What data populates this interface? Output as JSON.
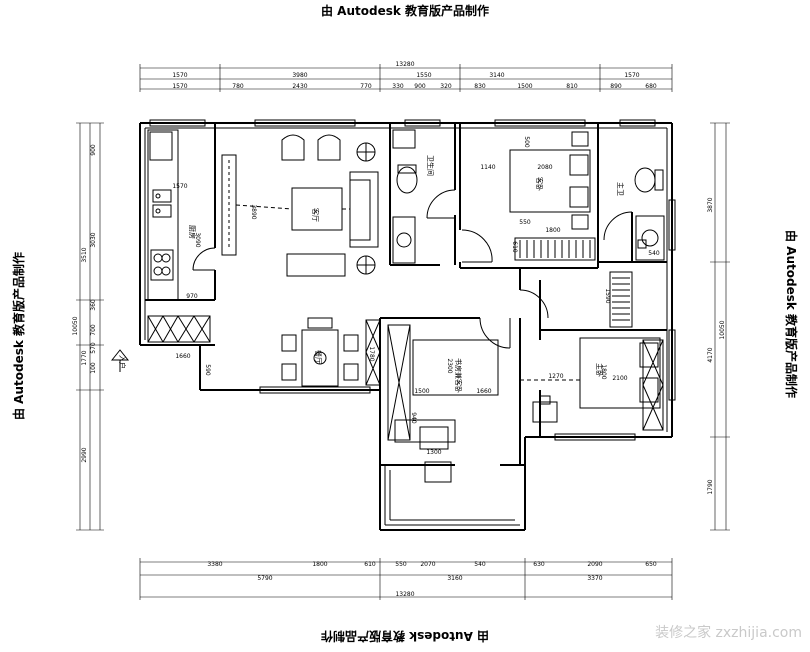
{
  "watermark": {
    "top": "由 Autodesk 教育版产品制作",
    "bottom": "由 Autodesk 教育版产品制作",
    "left": "由 Autodesk 教育版产品制作",
    "right": "由 Autodesk 教育版产品制作"
  },
  "site_logo": "装修之家 zxzhijia.com",
  "rooms": {
    "kitchen": "厨房",
    "living": "客厅",
    "bath1": "卫生间",
    "guest": "客卧",
    "bath2": "主卫",
    "dining": "餐厅",
    "study": "书房兼客卧",
    "master": "主卧",
    "entry": "入户"
  },
  "dims": {
    "top_total": "13280",
    "top_row1": [
      "1570",
      "3980",
      "1550",
      "3140",
      "1570"
    ],
    "top_row2": [
      "1570",
      "780",
      "2430",
      "770",
      "330",
      "900",
      "320",
      "830",
      "1500",
      "810",
      "890",
      "680"
    ],
    "bottom_row1": [
      "3380",
      "1800",
      "610",
      "550",
      "2070",
      "540",
      "630",
      "2090",
      "650"
    ],
    "bottom_row2": [
      "5790",
      "3160",
      "3370"
    ],
    "bottom_total": "13280",
    "left_row1": [
      "900",
      "3030",
      "360",
      "700",
      "570",
      "100"
    ],
    "left_row2": [
      "3510",
      "1770",
      "2990"
    ],
    "left_total": "10050",
    "right_row1": [
      "3870",
      "4170",
      "1790"
    ],
    "right_total": "10050",
    "interior": {
      "kitchen_1570": "1570",
      "kitchen_3090": "3090",
      "kitchen_970": "970",
      "living_3890": "3890",
      "entry_1660": "1660",
      "entry_590": "590",
      "guest_1140": "1140",
      "guest_2080": "2080",
      "guest_500": "500",
      "guest_550": "550",
      "guest_1800": "1800",
      "guest_610": "610",
      "bath2_540": "540",
      "bath2_1590": "1590",
      "dining_1780": "1780",
      "study_2300": "2300",
      "study_1500": "1500",
      "study_1660": "1660",
      "study_940": "940",
      "study_1300": "1300",
      "master_1270": "1270",
      "master_1800": "1800",
      "master_2100": "2100"
    }
  }
}
